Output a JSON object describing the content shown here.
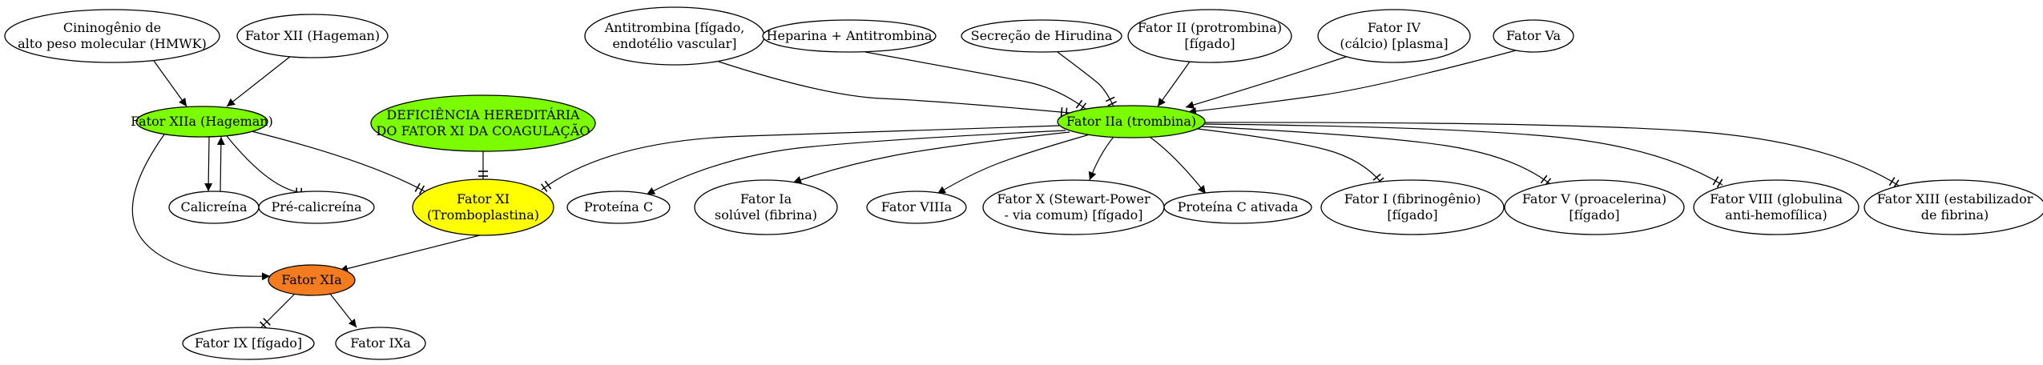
{
  "diagram": {
    "colors": {
      "green": "#7cfc00",
      "yellow": "#ffff00",
      "orange": "#f47c20",
      "white": "#ffffff"
    },
    "nodes": {
      "hmwk": {
        "lines": [
          "Cininogênio de",
          "alto peso molecular (HMWK)"
        ]
      },
      "fxii": {
        "lines": [
          "Fator XII (Hageman)"
        ]
      },
      "fxiia": {
        "lines": [
          "Fator XIIa (Hageman)"
        ],
        "fill": "green"
      },
      "calicreina": {
        "lines": [
          "Calicreína"
        ]
      },
      "precalicreina": {
        "lines": [
          "Pré-calicreína"
        ]
      },
      "deficiencia": {
        "lines": [
          "DEFICIÊNCIA HEREDITÁRIA",
          "DO FATOR XI DA COAGULAÇÃO"
        ],
        "fill": "green"
      },
      "fxi": {
        "lines": [
          "Fator XI",
          "(Tromboplastina)"
        ],
        "fill": "yellow"
      },
      "fxia": {
        "lines": [
          "Fator XIa"
        ],
        "fill": "orange"
      },
      "fix": {
        "lines": [
          "Fator IX [fígado]"
        ]
      },
      "fixa": {
        "lines": [
          "Fator IXa"
        ]
      },
      "antitrombina": {
        "lines": [
          "Antitrombina [fígado,",
          "endotélio vascular]"
        ]
      },
      "heparina": {
        "lines": [
          "Heparina + Antitrombina"
        ]
      },
      "hirudina": {
        "lines": [
          "Secreção de Hirudina"
        ]
      },
      "fii": {
        "lines": [
          "Fator II (protrombina)",
          "[fígado]"
        ]
      },
      "fiv": {
        "lines": [
          "Fator IV",
          "(cálcio) [plasma]"
        ]
      },
      "fva": {
        "lines": [
          "Fator Va"
        ]
      },
      "fiia": {
        "lines": [
          "Fator IIa (trombina)"
        ],
        "fill": "green"
      },
      "proteinac": {
        "lines": [
          "Proteína C"
        ]
      },
      "fia": {
        "lines": [
          "Fator Ia",
          "solúvel (fibrina)"
        ]
      },
      "fviiia": {
        "lines": [
          "Fator VIIIa"
        ]
      },
      "fx": {
        "lines": [
          "Fator X (Stewart-Power",
          "- via comum) [fígado]"
        ]
      },
      "proteinacativada": {
        "lines": [
          "Proteína C ativada"
        ]
      },
      "fi": {
        "lines": [
          "Fator I (fibrinogênio)",
          "[fígado]"
        ]
      },
      "fv": {
        "lines": [
          "Fator V (proacelerina)",
          "[fígado]"
        ]
      },
      "fviii": {
        "lines": [
          "Fator VIII (globulina",
          "anti-hemofílica)"
        ]
      },
      "fxiii": {
        "lines": [
          "Fator XIII (estabilizador",
          "de fibrina)"
        ]
      }
    },
    "edges": [
      {
        "from": "hmwk",
        "to": "fxiia",
        "type": "arrow"
      },
      {
        "from": "fxii",
        "to": "fxiia",
        "type": "arrow"
      },
      {
        "from": "fxiia",
        "to": "calicreina",
        "type": "arrow"
      },
      {
        "from": "calicreina",
        "to": "fxiia",
        "type": "arrow"
      },
      {
        "from": "fxiia",
        "to": "precalicreina",
        "type": "tee"
      },
      {
        "from": "fxiia",
        "to": "fxi",
        "type": "tee"
      },
      {
        "from": "fxiia",
        "to": "fxia",
        "type": "arrow"
      },
      {
        "from": "deficiencia",
        "to": "fxi",
        "type": "tee"
      },
      {
        "from": "fxi",
        "to": "fxia",
        "type": "arrow"
      },
      {
        "from": "fxia",
        "to": "fix",
        "type": "tee"
      },
      {
        "from": "fxia",
        "to": "fixa",
        "type": "arrow"
      },
      {
        "from": "antitrombina",
        "to": "fiia",
        "type": "tee"
      },
      {
        "from": "heparina",
        "to": "fiia",
        "type": "tee"
      },
      {
        "from": "hirudina",
        "to": "fiia",
        "type": "tee"
      },
      {
        "from": "fii",
        "to": "fiia",
        "type": "arrow"
      },
      {
        "from": "fiv",
        "to": "fiia",
        "type": "arrow"
      },
      {
        "from": "fva",
        "to": "fiia",
        "type": "arrow"
      },
      {
        "from": "fiia",
        "to": "fxi",
        "type": "tee"
      },
      {
        "from": "fiia",
        "to": "proteinac",
        "type": "arrow"
      },
      {
        "from": "fiia",
        "to": "fia",
        "type": "arrow"
      },
      {
        "from": "fiia",
        "to": "fviiia",
        "type": "arrow"
      },
      {
        "from": "fiia",
        "to": "fx",
        "type": "arrow"
      },
      {
        "from": "fiia",
        "to": "proteinacativada",
        "type": "arrow"
      },
      {
        "from": "fiia",
        "to": "fi",
        "type": "tee"
      },
      {
        "from": "fiia",
        "to": "fv",
        "type": "tee"
      },
      {
        "from": "fiia",
        "to": "fviii",
        "type": "tee"
      },
      {
        "from": "fiia",
        "to": "fxiii",
        "type": "tee"
      }
    ]
  }
}
